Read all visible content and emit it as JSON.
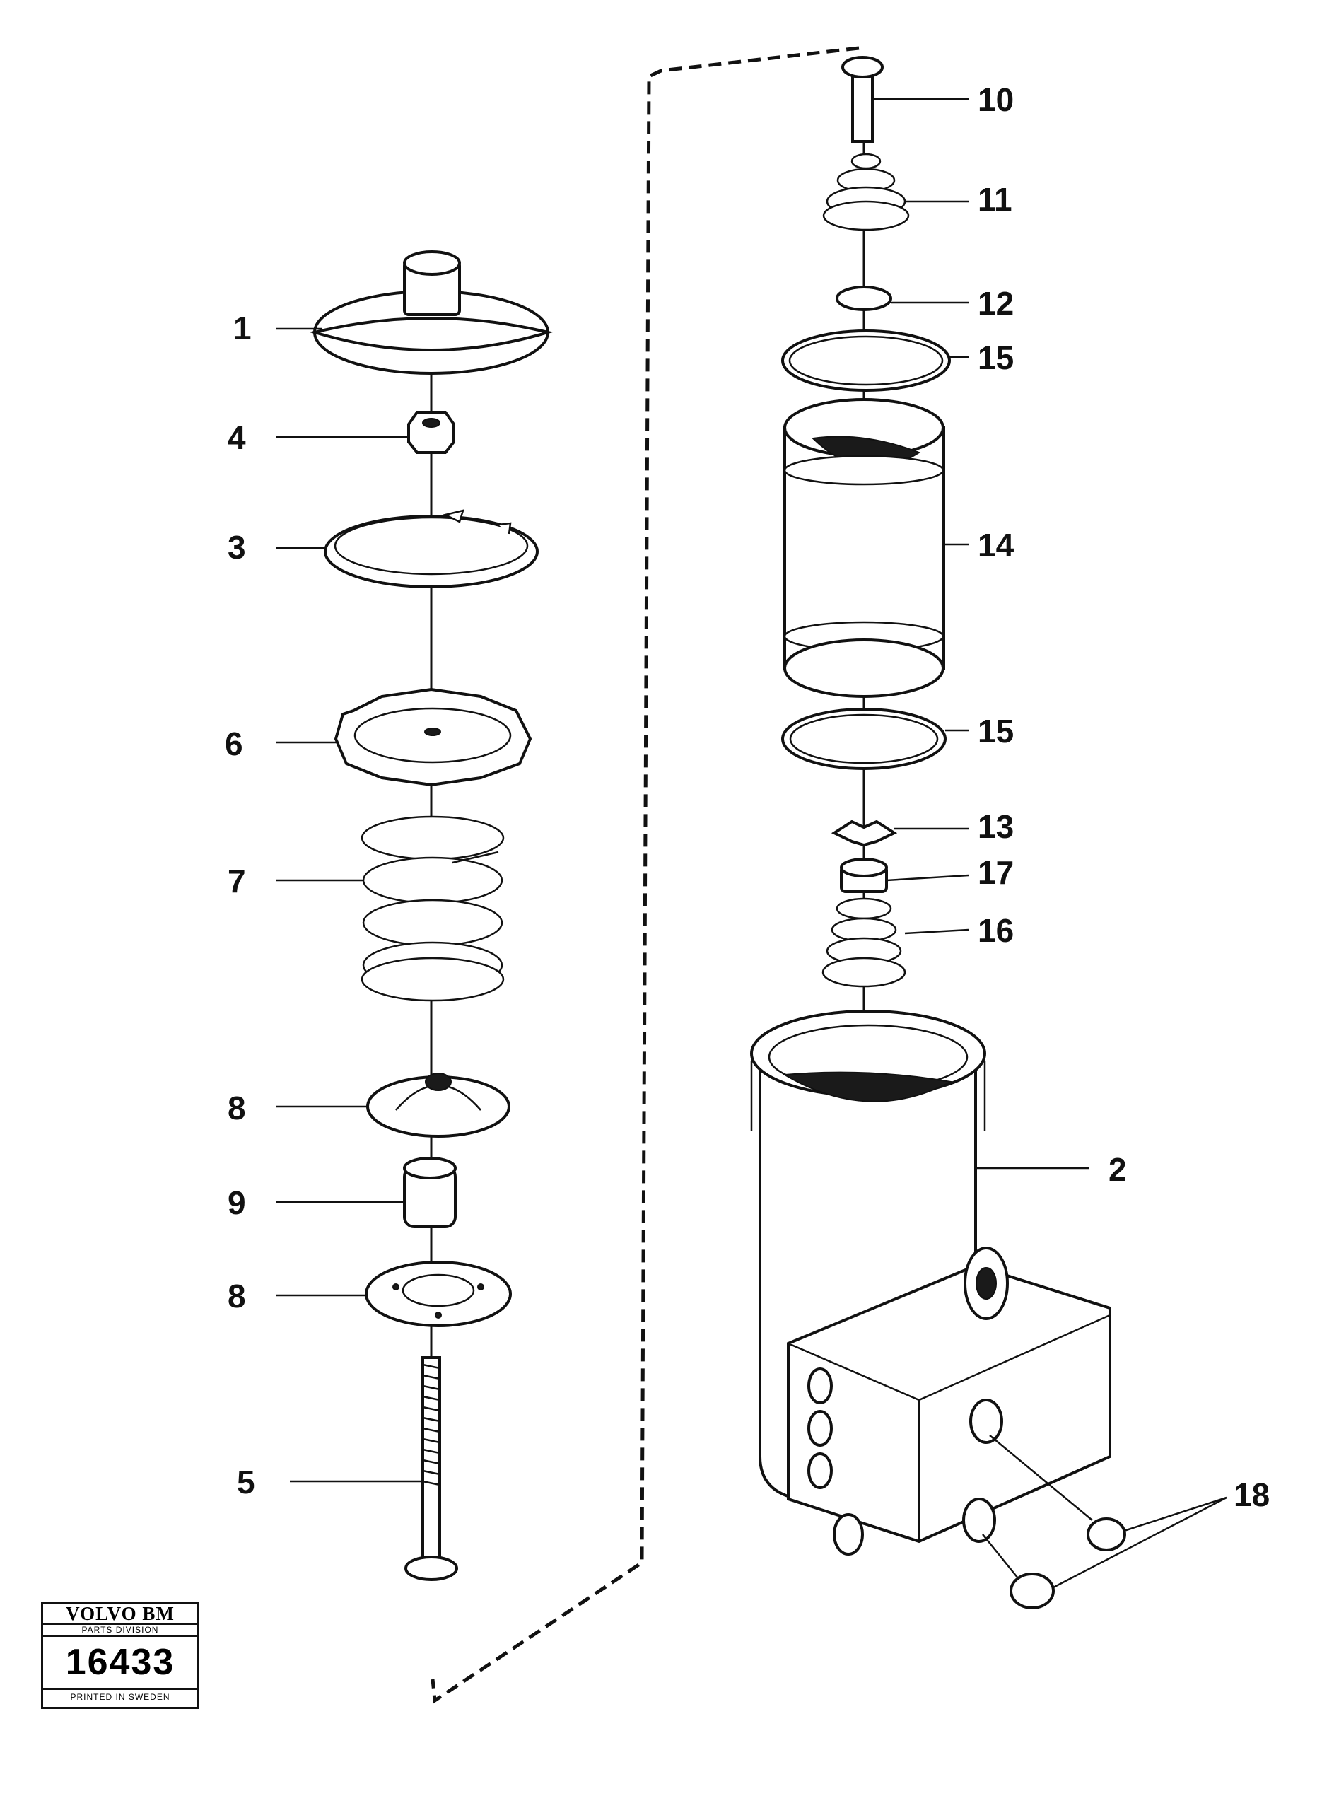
{
  "diagram": {
    "callouts": {
      "c1": "1",
      "c4": "4",
      "c3": "3",
      "c6": "6",
      "c7": "7",
      "c8a": "8",
      "c9": "9",
      "c8b": "8",
      "c5": "5",
      "c10": "10",
      "c11": "11",
      "c12": "12",
      "c15a": "15",
      "c14": "14",
      "c15b": "15",
      "c13": "13",
      "c17": "17",
      "c16": "16",
      "c2": "2",
      "c18": "18"
    }
  },
  "stamp": {
    "brand": "VOLVO BM",
    "division": "PARTS DIVISION",
    "number": "16433",
    "printed": "PRINTED IN SWEDEN"
  }
}
